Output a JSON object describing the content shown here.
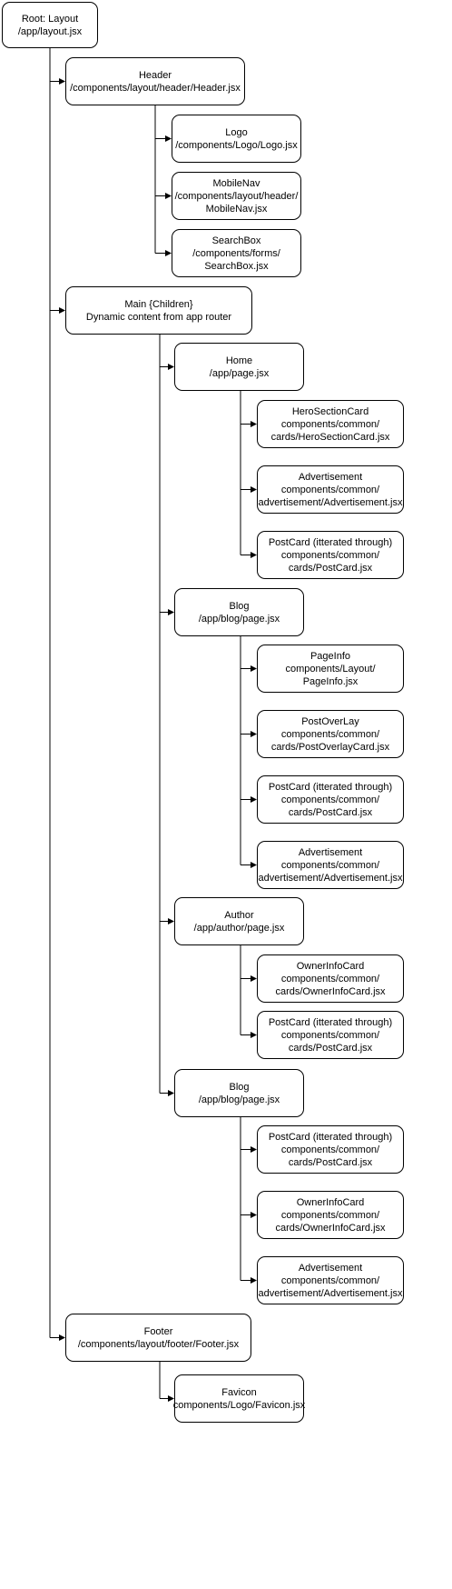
{
  "colors": {
    "line": "#000000",
    "box_border": "#000000",
    "box_fill": "#ffffff",
    "text": "#000000"
  },
  "nodes": {
    "root": {
      "lines": [
        "Root: Layout",
        "/app/layout.jsx"
      ]
    },
    "header": {
      "lines": [
        "Header",
        "/components/layout/header/Header.jsx"
      ]
    },
    "logo": {
      "lines": [
        "Logo",
        "/components/Logo/Logo.jsx"
      ]
    },
    "mobilenav": {
      "lines": [
        "MobileNav",
        "/components/layout/header/",
        "MobileNav.jsx"
      ]
    },
    "searchbox": {
      "lines": [
        "SearchBox",
        "/components/forms/",
        "SearchBox.jsx"
      ]
    },
    "main": {
      "lines": [
        "Main {Children}",
        "Dynamic content from app router"
      ]
    },
    "home": {
      "lines": [
        "Home",
        "/app/page.jsx"
      ]
    },
    "home_hero": {
      "lines": [
        "HeroSectionCard",
        "components/common/",
        "cards/HeroSectionCard.jsx"
      ]
    },
    "home_ad": {
      "lines": [
        "Advertisement",
        "components/common/",
        "advertisement/Advertisement.jsx"
      ]
    },
    "home_post": {
      "lines": [
        "PostCard (itterated through)",
        "components/common/",
        "cards/PostCard.jsx"
      ]
    },
    "blog1": {
      "lines": [
        "Blog",
        "/app/blog/page.jsx"
      ]
    },
    "blog1_info": {
      "lines": [
        "PageInfo",
        "components/Layout/",
        "PageInfo.jsx"
      ]
    },
    "blog1_over": {
      "lines": [
        "PostOverLay",
        "components/common/",
        "cards/PostOverlayCard.jsx"
      ]
    },
    "blog1_post": {
      "lines": [
        "PostCard (itterated through)",
        "components/common/",
        "cards/PostCard.jsx"
      ]
    },
    "blog1_ad": {
      "lines": [
        "Advertisement",
        "components/common/",
        "advertisement/Advertisement.jsx"
      ]
    },
    "author": {
      "lines": [
        "Author",
        "/app/author/page.jsx"
      ]
    },
    "author_owner": {
      "lines": [
        "OwnerInfoCard",
        "components/common/",
        "cards/OwnerInfoCard.jsx"
      ]
    },
    "author_post": {
      "lines": [
        "PostCard (itterated through)",
        "components/common/",
        "cards/PostCard.jsx"
      ]
    },
    "blog2": {
      "lines": [
        "Blog",
        "/app/blog/page.jsx"
      ]
    },
    "blog2_post": {
      "lines": [
        "PostCard (itterated through)",
        "components/common/",
        "cards/PostCard.jsx"
      ]
    },
    "blog2_owner": {
      "lines": [
        "OwnerInfoCard",
        "components/common/",
        "cards/OwnerInfoCard.jsx"
      ]
    },
    "blog2_ad": {
      "lines": [
        "Advertisement",
        "components/common/",
        "advertisement/Advertisement.jsx"
      ]
    },
    "footer": {
      "lines": [
        "Footer",
        "/components/layout/footer/Footer.jsx"
      ]
    },
    "favicon": {
      "lines": [
        "Favicon",
        "components/Logo/Favicon.jsx"
      ]
    }
  },
  "edges": [
    [
      "root",
      "header"
    ],
    [
      "root",
      "main"
    ],
    [
      "root",
      "footer"
    ],
    [
      "header",
      "logo"
    ],
    [
      "header",
      "mobilenav"
    ],
    [
      "header",
      "searchbox"
    ],
    [
      "main",
      "home"
    ],
    [
      "main",
      "blog1"
    ],
    [
      "main",
      "author"
    ],
    [
      "main",
      "blog2"
    ],
    [
      "home",
      "home_hero"
    ],
    [
      "home",
      "home_ad"
    ],
    [
      "home",
      "home_post"
    ],
    [
      "blog1",
      "blog1_info"
    ],
    [
      "blog1",
      "blog1_over"
    ],
    [
      "blog1",
      "blog1_post"
    ],
    [
      "blog1",
      "blog1_ad"
    ],
    [
      "author",
      "author_owner"
    ],
    [
      "author",
      "author_post"
    ],
    [
      "blog2",
      "blog2_post"
    ],
    [
      "blog2",
      "blog2_owner"
    ],
    [
      "blog2",
      "blog2_ad"
    ],
    [
      "footer",
      "favicon"
    ]
  ]
}
